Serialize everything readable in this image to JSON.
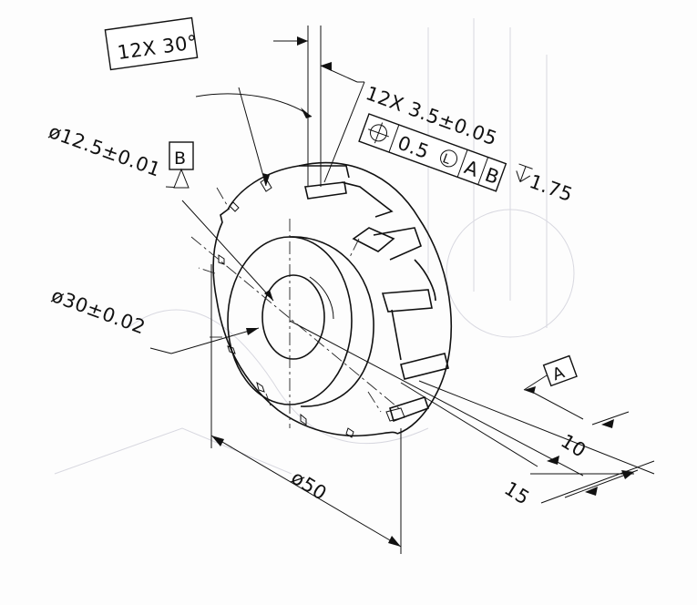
{
  "callouts": {
    "angle_spacing": "12X 30°",
    "hole_diameter": "ø12.5±0.01",
    "datum_b_tag": "B",
    "bore_diameter": "ø30±0.02",
    "slot_count_size": "12X 3.5±0.05",
    "slot_depth": "1.75",
    "datum_a_tag": "A",
    "outer_diameter": "ø50",
    "dim_10": "10",
    "dim_15": "15"
  },
  "feature_control_frame": {
    "symbol": "position-icon",
    "tolerance": "0.5",
    "modifier": "L",
    "datum_primary": "A",
    "datum_secondary": "B"
  }
}
